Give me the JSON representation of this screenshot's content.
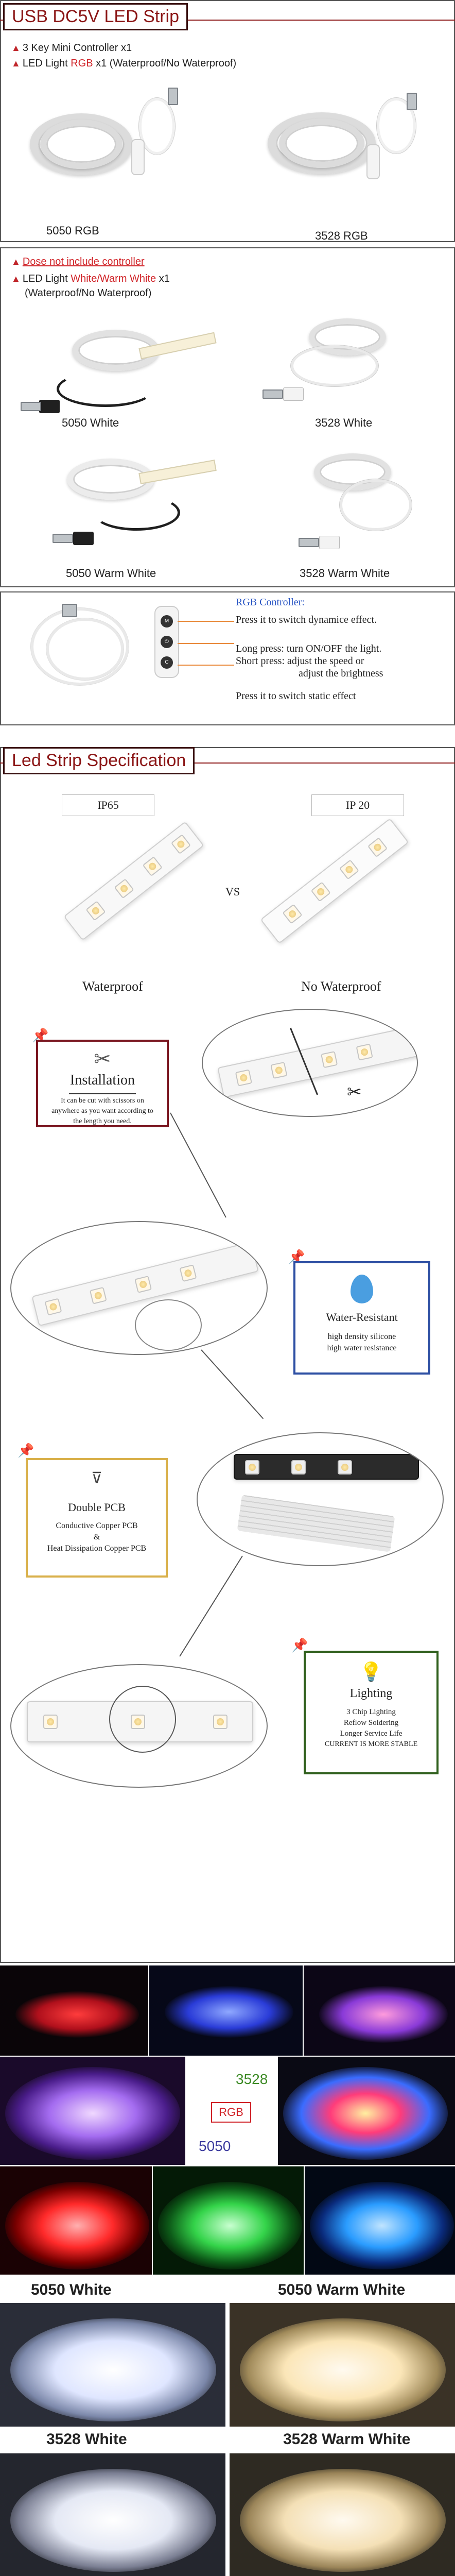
{
  "section1": {
    "title": "USB DC5V LED Strip",
    "bullet1": "3 Key Mini Controller x1",
    "bullet2_pre": "LED Light ",
    "bullet2_rgb": "RGB",
    "bullet2_post": " x1  (Waterproof/No Waterproof)",
    "caption_left": "5050 RGB",
    "caption_right": "3528 RGB"
  },
  "section2": {
    "bullet1": "Dose not include controller",
    "bullet2_pre": "LED Light ",
    "bullet2_colors": "White/Warm White",
    "bullet2_post": " x1",
    "bullet2_line2": "(Waterproof/No Waterproof)",
    "captions": [
      "5050 White",
      "3528 White",
      "5050 Warm White",
      "3528 Warm White"
    ]
  },
  "controller": {
    "heading": "RGB Controller:",
    "line1": "Press it to switch dynamice effect.",
    "line2": "Long press: turn ON/OFF the light.",
    "line3": "Short press:  adjust the speed or",
    "line4": "adjust the brightness",
    "line5": "Press it to switch static effect",
    "buttons": [
      "M",
      "⏻",
      "C"
    ]
  },
  "spec": {
    "title": "Led Strip Specification",
    "left_label": "IP65",
    "right_label": "IP 20",
    "vs": "VS",
    "left_caption": "Waterproof",
    "right_caption": "No Waterproof"
  },
  "features": {
    "installation_title": "Installation",
    "installation_text": "It can be cut with scissors on anywhere as you want according to the length you need.",
    "water_title": "Water-Resistant",
    "water_line1": "high density silicone",
    "water_line2": "high water resistance",
    "pcb_title": "Double PCB",
    "pcb_line1": "Conductive Copper PCB",
    "pcb_amp": "&",
    "pcb_line2": "Heat Dissipation Copper PCB",
    "light_title": "Lighting",
    "light_line1": "3 Chip Lighting",
    "light_line2": "Reflow Soldering",
    "light_line3": "Longer Service Life",
    "light_line4": "CURRENT IS MORE STABLE"
  },
  "photos": {
    "rgb_badge": "RGB",
    "label_3528": "3528",
    "label_5050": "5050",
    "caption_5050_white": "5050 White",
    "caption_5050_warm": "5050 Warm White",
    "caption_3528_white": "3528 White",
    "caption_3528_warm": "3528 Warm White"
  },
  "colors": {
    "accent_red": "#d02227",
    "title_border": "#3a1212",
    "install_border": "#7a1620",
    "water_border": "#2d4fa3",
    "pcb_border": "#d9b04a",
    "light_border": "#2f5f1c",
    "controller_heading": "#2a56c4"
  }
}
